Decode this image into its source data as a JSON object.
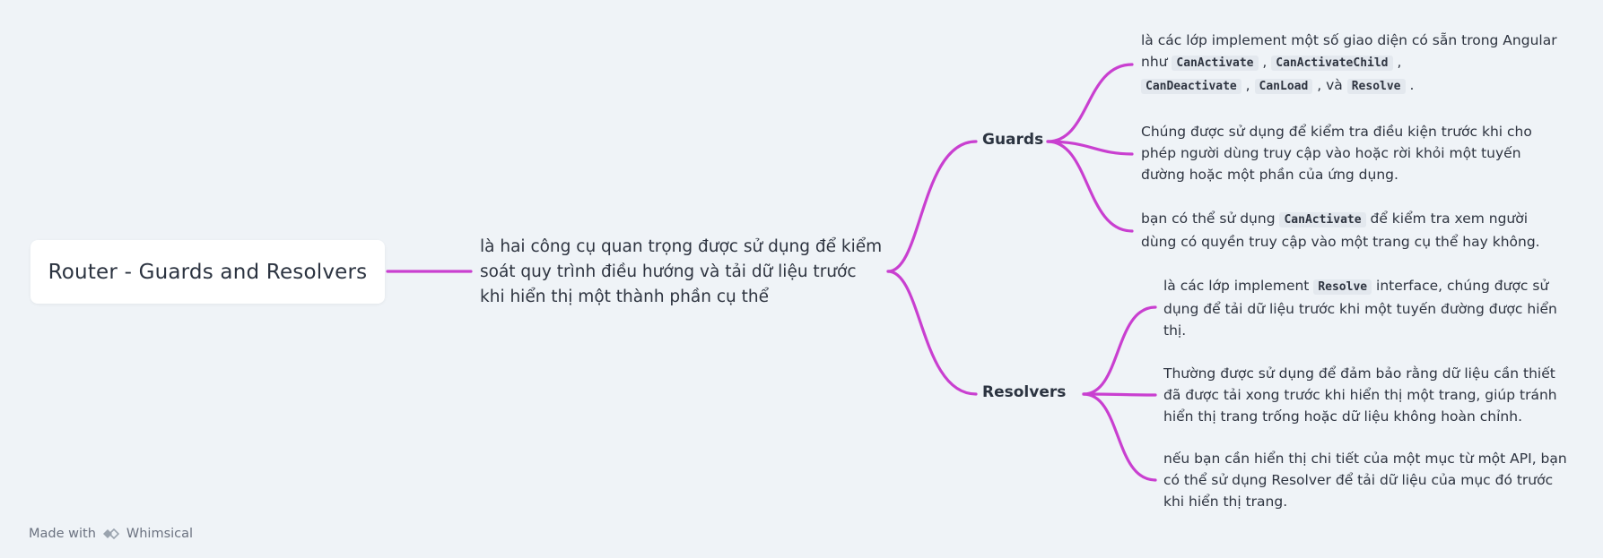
{
  "root": {
    "title": "Router - Guards and Resolvers"
  },
  "description": "là hai công cụ quan trọng được sử dụng để kiểm soát quy trình điều hướng và tải dữ liệu trước khi hiển thị một thành phần cụ thể",
  "guards": {
    "label": "Guards",
    "leaf1": {
      "t1": "là các lớp implement một số giao diện có sẵn trong Angular như ",
      "c1": "CanActivate",
      "t2": " , ",
      "c2": "CanActivateChild",
      "t3": " , ",
      "c3": "CanDeactivate",
      "t4": " , ",
      "c4": "CanLoad",
      "t5": " , và ",
      "c5": "Resolve",
      "t6": " ."
    },
    "leaf2": "Chúng được sử dụng để kiểm tra điều kiện trước khi cho phép người dùng truy cập vào hoặc rời khỏi một tuyến đường hoặc một phần của ứng dụng.",
    "leaf3": {
      "t1": "bạn có thể sử dụng ",
      "c1": "CanActivate",
      "t2": " để kiểm tra xem người dùng có quyền truy cập vào một trang cụ thể hay không."
    }
  },
  "resolvers": {
    "label": "Resolvers",
    "leaf1": {
      "t1": "là các lớp implement ",
      "c1": "Resolve",
      "t2": " interface, chúng được sử dụng để tải dữ liệu trước khi một tuyến đường được hiển thị."
    },
    "leaf2": "Thường được sử dụng để đảm bảo rằng dữ liệu cần thiết đã được tải xong trước khi hiển thị một trang, giúp tránh hiển thị trang trống hoặc dữ liệu không hoàn chỉnh.",
    "leaf3": "nếu bạn cần hiển thị chi tiết của một mục từ một API, bạn có thể sử dụng Resolver để tải dữ liệu của mục đó trước khi hiển thị trang."
  },
  "footer": {
    "made_with": "Made with",
    "brand": "Whimsical",
    "logo_icon": "whimsical-logo-icon"
  },
  "colors": {
    "connector": "#c93fd0",
    "background": "#eff3f7"
  }
}
